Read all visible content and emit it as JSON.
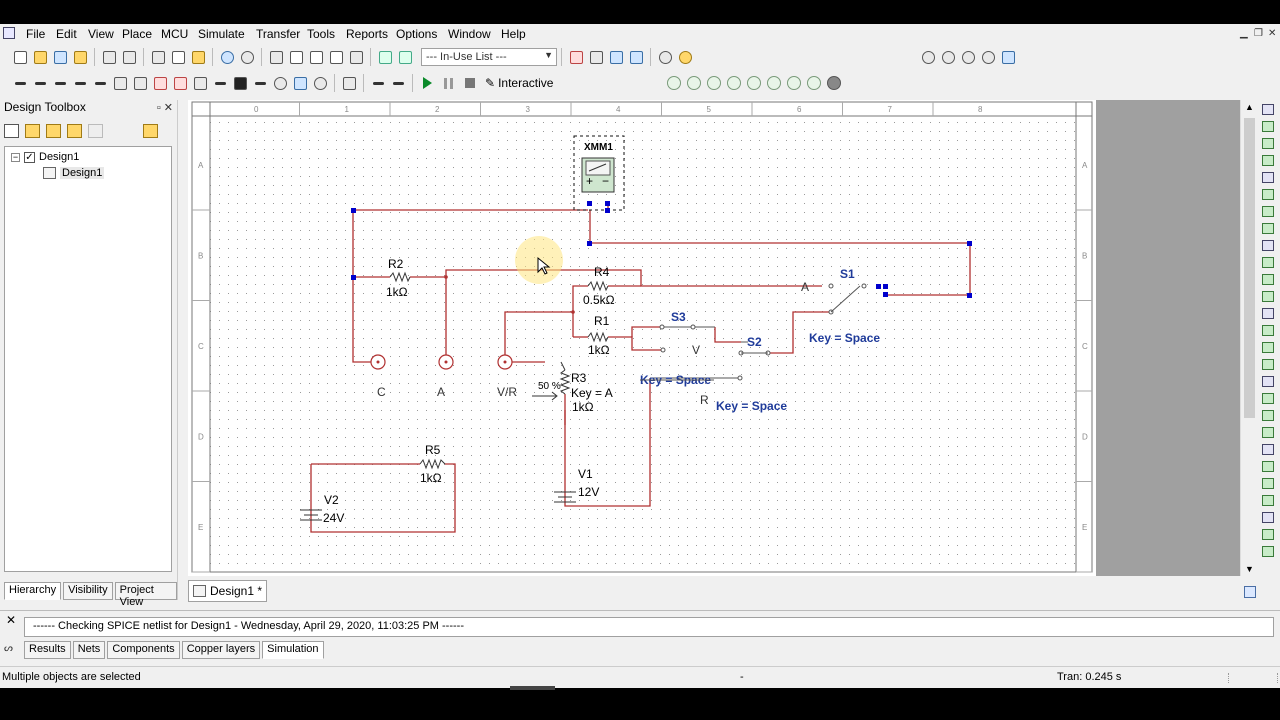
{
  "menu": [
    "File",
    "Edit",
    "View",
    "Place",
    "MCU",
    "Simulate",
    "Transfer",
    "Tools",
    "Reports",
    "Options",
    "Window",
    "Help"
  ],
  "toolbar": {
    "in_use_list": "--- In-Use List ---",
    "interactive_label": "Interactive"
  },
  "design_toolbox": {
    "title": "Design Toolbox",
    "tree": {
      "root": "Design1",
      "child": "Design1"
    },
    "tabs": [
      "Hierarchy",
      "Visibility",
      "Project View"
    ]
  },
  "rulers": {
    "columns": [
      "0",
      "1",
      "2",
      "3",
      "4",
      "5",
      "6",
      "7",
      "8"
    ],
    "rows": [
      "A",
      "B",
      "C",
      "D",
      "E"
    ]
  },
  "schematic": {
    "labels": [
      {
        "id": "xmm1",
        "text": "XMM1",
        "color": "#000000",
        "bold": true
      },
      {
        "id": "r2_ref",
        "text": "R2",
        "color": "#000000",
        "bold": false
      },
      {
        "id": "r2_val",
        "text": "1kΩ",
        "color": "#000000",
        "bold": false
      },
      {
        "id": "r4_ref",
        "text": "R4",
        "color": "#000000",
        "bold": false
      },
      {
        "id": "r4_val",
        "text": "0.5kΩ",
        "color": "#000000",
        "bold": false
      },
      {
        "id": "r1_ref",
        "text": "R1",
        "color": "#000000",
        "bold": false
      },
      {
        "id": "r1_val",
        "text": "1kΩ",
        "color": "#000000",
        "bold": false
      },
      {
        "id": "r3_ref",
        "text": "R3",
        "color": "#000000",
        "bold": false
      },
      {
        "id": "r3_key",
        "text": "Key = A",
        "color": "#000000",
        "bold": false
      },
      {
        "id": "r3_val",
        "text": "1kΩ",
        "color": "#000000",
        "bold": false
      },
      {
        "id": "r3_pct",
        "text": "50 %",
        "color": "#000000",
        "bold": false
      },
      {
        "id": "r5_ref",
        "text": "R5",
        "color": "#000000",
        "bold": false
      },
      {
        "id": "r5_val",
        "text": "1kΩ",
        "color": "#000000",
        "bold": false
      },
      {
        "id": "v1_ref",
        "text": "V1",
        "color": "#000000",
        "bold": false
      },
      {
        "id": "v1_val",
        "text": "12V",
        "color": "#000000",
        "bold": false
      },
      {
        "id": "v2_ref",
        "text": "V2",
        "color": "#000000",
        "bold": false
      },
      {
        "id": "v2_val",
        "text": "24V",
        "color": "#000000",
        "bold": false
      },
      {
        "id": "probe_c",
        "text": "C",
        "color": "#333333",
        "bold": false
      },
      {
        "id": "probe_a",
        "text": "A",
        "color": "#333333",
        "bold": false
      },
      {
        "id": "probe_vr",
        "text": "V/R",
        "color": "#333333",
        "bold": false
      },
      {
        "id": "s1_ref",
        "text": "S1",
        "color": "#1f3b9a",
        "bold": true
      },
      {
        "id": "s1_key",
        "text": "Key = Space",
        "color": "#1f3b9a",
        "bold": true
      },
      {
        "id": "s1_pos",
        "text": "A",
        "color": "#333333",
        "bold": false
      },
      {
        "id": "s2_ref",
        "text": "S2",
        "color": "#1f3b9a",
        "bold": true
      },
      {
        "id": "s3_ref",
        "text": "S3",
        "color": "#1f3b9a",
        "bold": true
      },
      {
        "id": "s3_key",
        "text": "Key = Space",
        "color": "#1f3b9a",
        "bold": true
      },
      {
        "id": "s3_pos",
        "text": "V",
        "color": "#333333",
        "bold": false
      },
      {
        "id": "r_pos",
        "text": "R",
        "color": "#333333",
        "bold": false
      },
      {
        "id": "r_key",
        "text": "Key = Space",
        "color": "#1f3b9a",
        "bold": true
      },
      {
        "id": "xmm1_plus",
        "text": "+",
        "color": "#000000",
        "bold": false
      },
      {
        "id": "xmm1_minus",
        "text": "−",
        "color": "#000000",
        "bold": false
      }
    ]
  },
  "document_tab": "Design1 *",
  "spreadsheet": {
    "log_line": "------ Checking SPICE netlist for Design1 - Wednesday, April 29, 2020, 11:03:25 PM ------",
    "tabs": [
      "Results",
      "Nets",
      "Components",
      "Copper layers",
      "Simulation"
    ]
  },
  "status": {
    "message": "Multiple objects are selected",
    "middle": "-",
    "tran": "Tran: 0.245 s"
  },
  "colors": {
    "wire": "#b03030",
    "switch_label": "#1f3b9a",
    "selection": "#0000cc",
    "cursor_highlight": "#ffe680"
  }
}
